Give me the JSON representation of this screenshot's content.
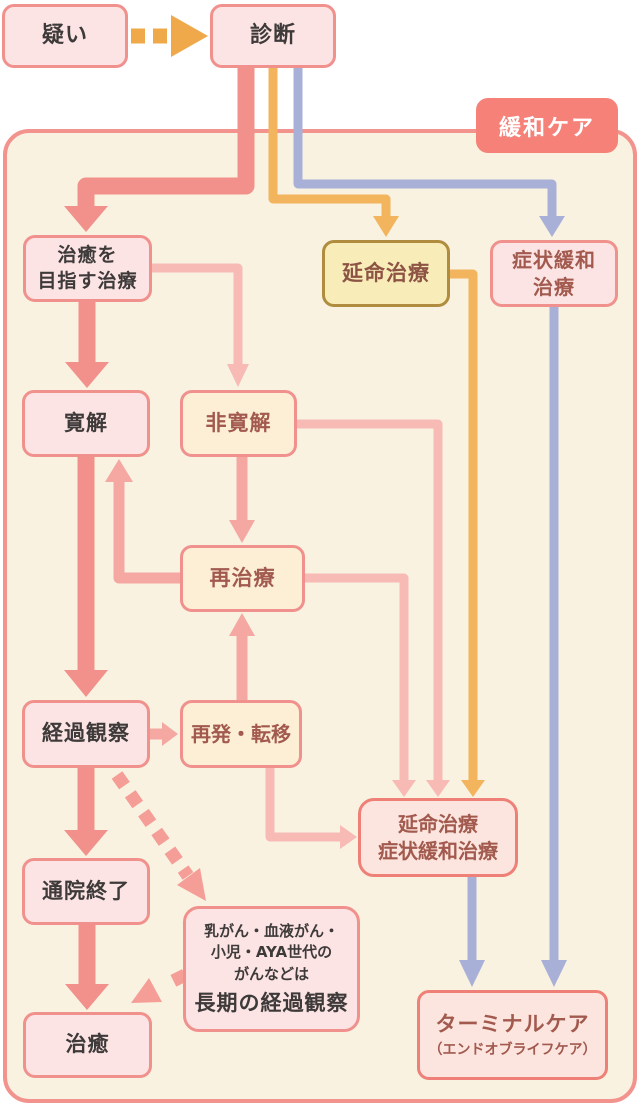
{
  "nodes": {
    "suspicion": {
      "label": "疑い"
    },
    "diagnosis": {
      "label": "診断"
    },
    "palliative_care": {
      "label": "緩和ケア"
    },
    "curative": {
      "label": "治癒を\n目指す治療"
    },
    "life_prolonging": {
      "label": "延命治療"
    },
    "symptom_relief": {
      "label": "症状緩和\n治療"
    },
    "remission": {
      "label": "寛解"
    },
    "non_remission": {
      "label": "非寛解"
    },
    "retreatment": {
      "label": "再治療"
    },
    "followup": {
      "label": "経過観察"
    },
    "recurrence": {
      "label": "再発・転移"
    },
    "end_of_visits": {
      "label": "通院終了"
    },
    "cure": {
      "label": "治癒"
    },
    "combined_care": {
      "label": "延命治療\n症状緩和治療"
    },
    "long_term_note": {
      "small": "乳がん・血液がん・\n小児・AYA世代の\nがんなどは",
      "big": "長期の経過観察"
    },
    "terminal_care": {
      "main": "ターミナルケア",
      "sub": "（エンドオブライフケア）"
    }
  },
  "edges": [
    {
      "from": "疑い",
      "to": "診断",
      "style": "dashed-orange"
    },
    {
      "from": "診断",
      "to": "治癒を目指す治療",
      "style": "thick-pink"
    },
    {
      "from": "診断",
      "to": "延命治療",
      "style": "orange"
    },
    {
      "from": "診断",
      "to": "症状緩和治療",
      "style": "blue"
    },
    {
      "from": "治癒を目指す治療",
      "to": "寛解",
      "style": "thick-pink"
    },
    {
      "from": "治癒を目指す治療",
      "to": "非寛解",
      "style": "pink"
    },
    {
      "from": "寛解",
      "to": "経過観察",
      "style": "thick-pink"
    },
    {
      "from": "非寛解",
      "to": "再治療",
      "style": "pink"
    },
    {
      "from": "再治療",
      "to": "寛解",
      "style": "pink"
    },
    {
      "from": "非寛解",
      "to": "延命治療症状緩和治療",
      "style": "pink"
    },
    {
      "from": "再治療",
      "to": "延命治療症状緩和治療",
      "style": "pink"
    },
    {
      "from": "経過観察",
      "to": "再発・転移",
      "style": "pink"
    },
    {
      "from": "再発・転移",
      "to": "再治療",
      "style": "pink"
    },
    {
      "from": "再発・転移",
      "to": "延命治療症状緩和治療",
      "style": "pink"
    },
    {
      "from": "延命治療",
      "to": "延命治療症状緩和治療",
      "style": "orange"
    },
    {
      "from": "症状緩和治療",
      "to": "ターミナルケア",
      "style": "blue"
    },
    {
      "from": "延命治療症状緩和治療",
      "to": "ターミナルケア",
      "style": "blue"
    },
    {
      "from": "経過観察",
      "to": "通院終了",
      "style": "thick-pink"
    },
    {
      "from": "通院終了",
      "to": "治癒",
      "style": "thick-pink"
    },
    {
      "from": "経過観察",
      "to": "長期の経過観察",
      "style": "dashed-pink"
    },
    {
      "from": "長期の経過観察",
      "to": "治癒",
      "style": "dashed-pink"
    }
  ],
  "palette": {
    "container_fill": "#f9f2e1",
    "container_border": "#f2938e",
    "pink_box_fill": "#fce4e4",
    "pink_box_border": "#f0918d",
    "cream_box_fill": "#fcefd5",
    "yellow_box_fill": "#f8ecb8",
    "yellow_box_border": "#af8c3e",
    "peach_box_fill": "#fce5de",
    "peach_box_border": "#ee8077",
    "dark_text": "#3e3a3a",
    "brown_text": "#a2594e",
    "thick_arrow": "#f2918c",
    "medium_arrow": "#f5a7a2",
    "light_arrow": "#f8bab5",
    "orange_arrow": "#f2b45c",
    "dashed_orange_arrow": "#efa84a",
    "blue_arrow": "#a9b0d8",
    "label_fill": "#f58179",
    "label_text": "#ffffff"
  }
}
